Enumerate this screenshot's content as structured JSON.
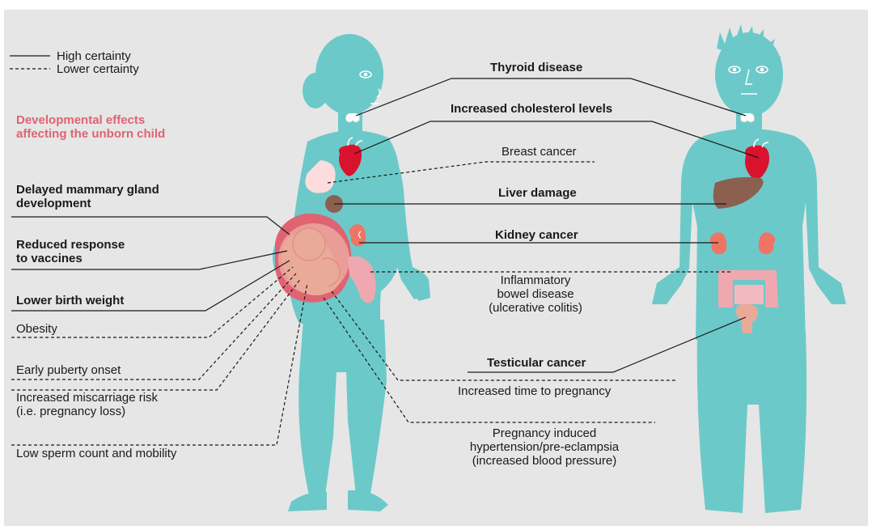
{
  "legend": {
    "high": "High certainty",
    "low": "Lower certainty"
  },
  "section_title": "Developmental effects\naffecting the unborn child",
  "left_labels": {
    "mammary": "Delayed mammary gland\ndevelopment",
    "vaccines": "Reduced response\nto vaccines",
    "birth_weight": "Lower birth weight",
    "obesity": "Obesity",
    "puberty": "Early puberty onset",
    "miscarriage": "Increased miscarriage risk\n(i.e. pregnancy loss)",
    "sperm": "Low sperm count and mobility"
  },
  "center_labels": {
    "thyroid": "Thyroid disease",
    "cholesterol": "Increased cholesterol levels",
    "breast": "Breast cancer",
    "liver": "Liver damage",
    "kidney": "Kidney cancer",
    "ibd": "Inflammatory\nbowel disease\n(ulcerative colitis)",
    "testicular": "Testicular cancer",
    "time_pregnancy": "Increased time to pregnancy",
    "preeclampsia": "Pregnancy induced\nhypertension/pre-eclampsia\n(increased blood pressure)"
  },
  "colors": {
    "body": "#6cc9c9",
    "heart": "#d9122e",
    "liver": "#8b6050",
    "kidney": "#ee7466",
    "bowel": "#f0a8b0",
    "uterus": "#e06371",
    "fetus": "#eaaa98",
    "breast": "#fcdcdc",
    "accent": "#e06371"
  }
}
